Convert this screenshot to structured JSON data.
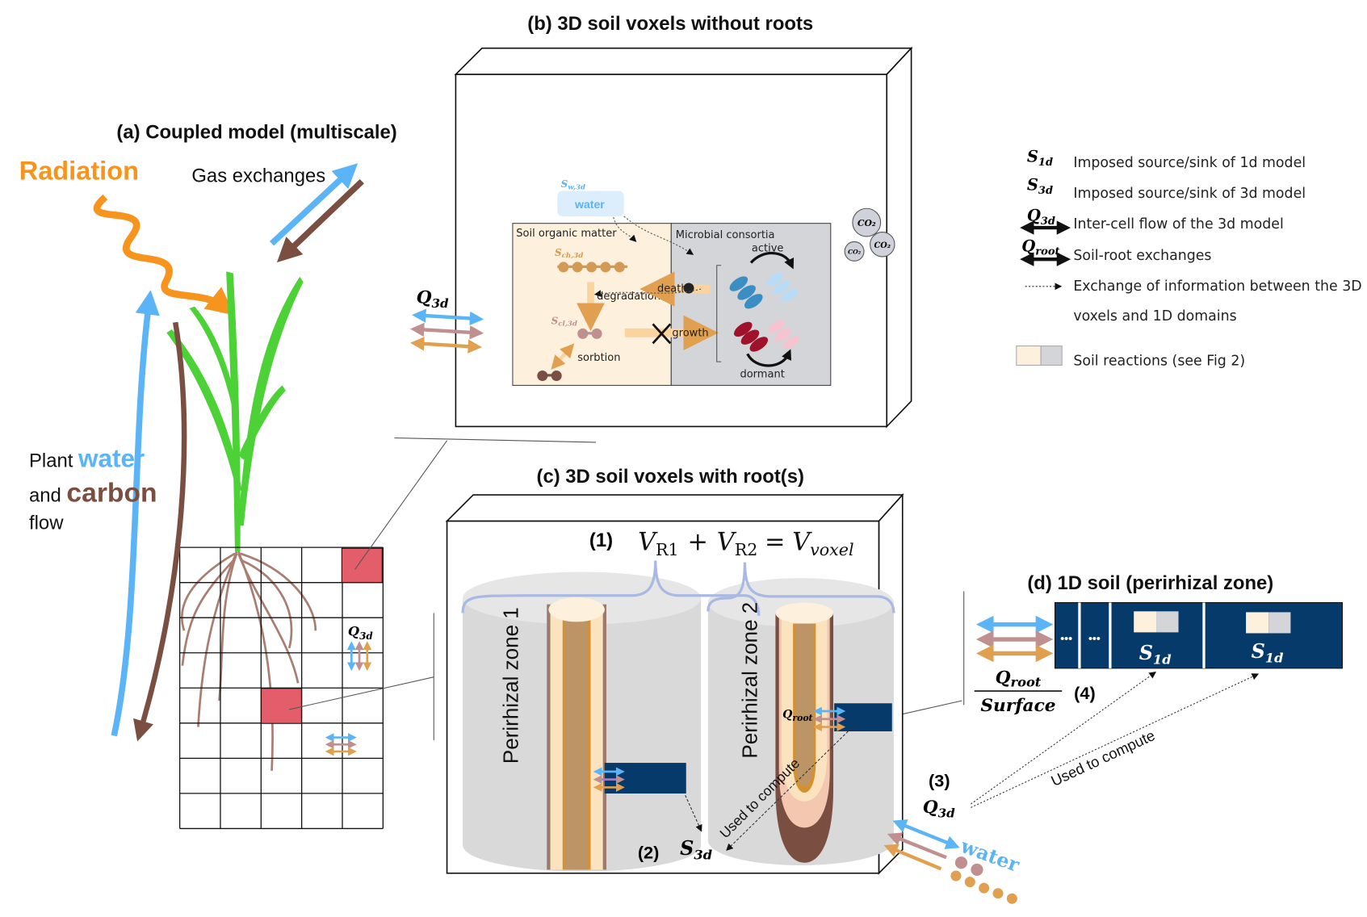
{
  "colors": {
    "water": "#5bb4f5",
    "carbon": "#8b5a4a",
    "radiation": "#f7941d",
    "plant": "#4cd137",
    "voxel_highlight": "#e35d6a",
    "domain_1d": "#063a6b",
    "som": "#fdf0dc",
    "microbes": "#d3d5d8"
  },
  "panel_a": {
    "title": "(a) Coupled model (multiscale)",
    "radiation": "Radiation",
    "gas_exchanges": "Gas exchanges",
    "flow_1": "Plant ",
    "flow_water": "water",
    "flow_2": "and ",
    "flow_carbon": "carbon",
    "flow_3": "flow",
    "q3d": {
      "main": "Q",
      "sub": "3d"
    }
  },
  "panel_b": {
    "title": "(b) 3D soil voxels without roots",
    "sw3d": {
      "main": "S",
      "sub": "w,3d"
    },
    "water": "water",
    "som_title": "Soil organic matter",
    "microbial_title": "Microbial consortia",
    "sch3d": {
      "main": "S",
      "sub": "ch,3d"
    },
    "scl3d": {
      "main": "S",
      "sub": "cl,3d"
    },
    "degradation": "degradation",
    "sorbtion": "sorbtion",
    "death": "death",
    "growth": "growth",
    "active": "active",
    "dormant": "dormant",
    "co2": "CO₂",
    "q3d": {
      "main": "Q",
      "sub": "3d"
    }
  },
  "panel_c": {
    "title": "(c) 3D soil voxels with root(s)",
    "eq_num": "(1)",
    "vr1": {
      "main": "V",
      "sub": "R1"
    },
    "plus": "+",
    "vr2": {
      "main": "V",
      "sub": "R2"
    },
    "eq": "=",
    "vvoxel": {
      "main": "V",
      "sub": "voxel"
    },
    "zone1": "Perirhizal zone 1",
    "zone2": "Perirhizal zone 2",
    "qroot": {
      "main": "Q",
      "sub": "root"
    },
    "used_to_compute": "Used to compute",
    "num2": "(2)",
    "s3d": {
      "main": "S",
      "sub": "3d"
    },
    "num3": "(3)",
    "q3d": {
      "main": "Q",
      "sub": "3d"
    },
    "water": "water"
  },
  "panel_d": {
    "title": "(d) 1D soil (perirhizal zone)",
    "dots": "•••",
    "s1d": {
      "main": "S",
      "sub": "1d"
    },
    "qroot": {
      "main": "Q",
      "sub": "root"
    },
    "surface": "Surface",
    "num4": "(4)",
    "used_to_compute": "Used to compute"
  },
  "legend": [
    {
      "symbol": {
        "main": "S",
        "sub": "1d"
      },
      "text": "Imposed source/sink of 1d model"
    },
    {
      "symbol": {
        "main": "S",
        "sub": "3d"
      },
      "text": "Imposed source/sink of 3d model"
    },
    {
      "symbol": {
        "main": "Q",
        "sub": "3d"
      },
      "text": "Inter-cell flow of the 3d model"
    },
    {
      "symbol": {
        "main": "Q",
        "sub": "root"
      },
      "text": "Soil-root exchanges"
    },
    {
      "text": "Exchange of information between the 3D",
      "text2": "voxels and 1D domains"
    },
    {
      "text": "Soil reactions (see Fig 2)"
    }
  ]
}
